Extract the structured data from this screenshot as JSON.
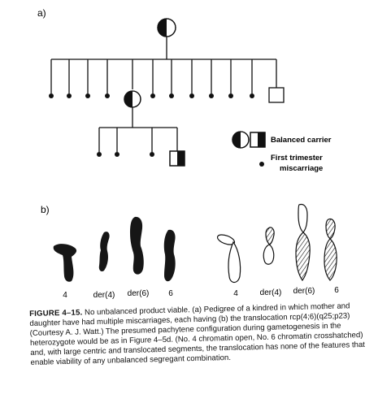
{
  "panels": {
    "a_label": "a)",
    "b_label": "b)"
  },
  "legend": {
    "balanced_carrier": "Balanced carrier",
    "miscarriage_line1": "First trimester",
    "miscarriage_line2": "miscarriage"
  },
  "chromosomes": {
    "photo_labels": [
      "4",
      "der(4)",
      "der(6)",
      "6"
    ],
    "diagram_labels": [
      "4",
      "der(4)",
      "der(6)",
      "6"
    ]
  },
  "caption": {
    "figure_number": "FIGURE 4–15.",
    "text": "No unbalanced product viable. (a) Pedigree of a kindred in which mother and daughter have had multiple miscarriages, each having (b) the translocation rcp(4;6)(q25;p23) (Courtesy A. J. Watt.) The presumed pachytene configuration during gametogenesis in the heterozygote would be as in Figure 4–5d. (No. 4 chromatin open, No. 6 chromatin crosshatched) and, with large centric and translocated segments, the translocation has none of the features that enable viability of any unbalanced segregant combination."
  },
  "colors": {
    "ink": "#111111",
    "paper": "#ffffff"
  }
}
